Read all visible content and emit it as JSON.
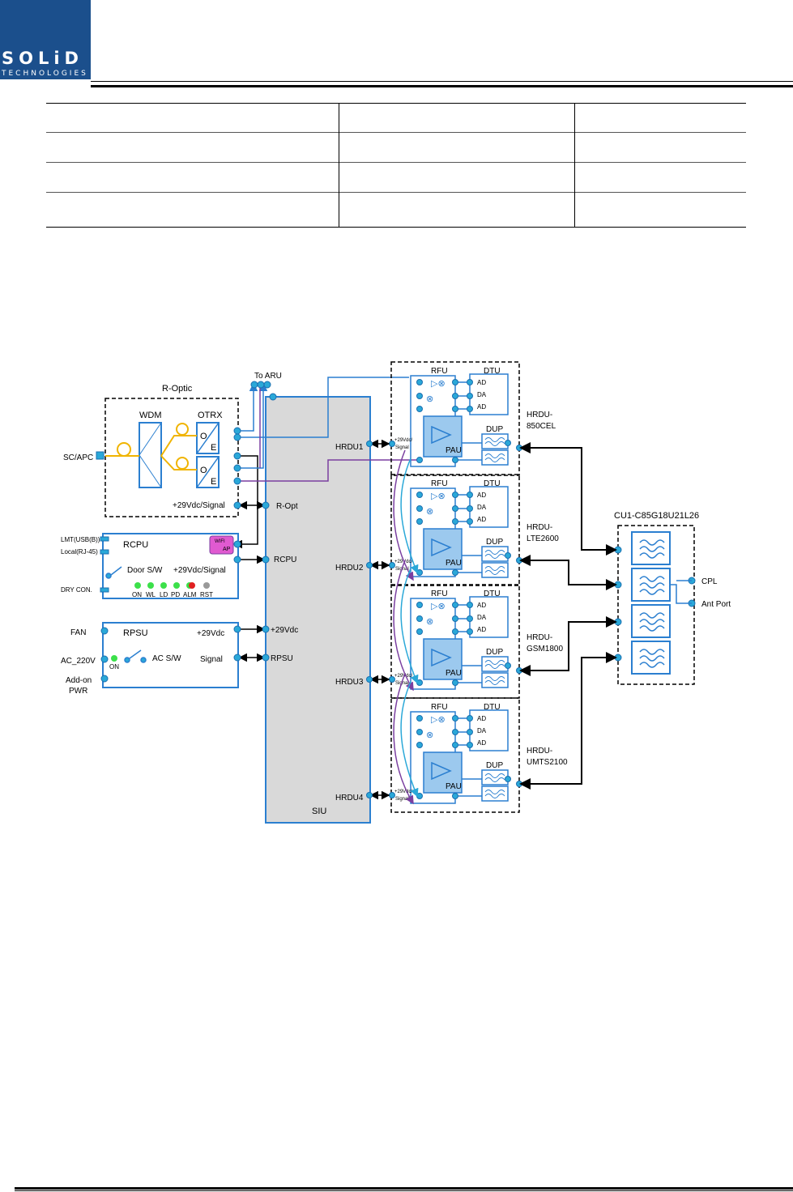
{
  "logo": {
    "name": "SOLiD",
    "subtitle": "TECHNOLOGIES"
  },
  "diagram": {
    "r_optic": {
      "title": "R-Optic",
      "wdm": "WDM",
      "otrx": "OTRX",
      "o": "O",
      "e": "E",
      "port": "SC/APC",
      "signal": "+29Vdc/Signal"
    },
    "to_aru": "To ARU",
    "siu": {
      "title": "SIU",
      "r_opt": "R-Opt",
      "rcpu": "RCPU",
      "vdc": "+29Vdc",
      "rpsu": "RPSU",
      "hrdu_ports": [
        "HRDU1",
        "HRDU2",
        "HRDU3",
        "HRDU4"
      ]
    },
    "rcpu": {
      "title": "RCPU",
      "lmt": "LMT(USB(B))",
      "local": "Local(RJ-45)",
      "dry": "DRY CON.",
      "door": "Door S/W",
      "signal": "+29Vdc/Signal",
      "wifi": "WIFI",
      "ap": "AP",
      "leds": [
        "ON",
        "WL",
        "LD",
        "PD",
        "ALM",
        "RST"
      ]
    },
    "rpsu": {
      "title": "RPSU",
      "fan": "FAN",
      "ac": "AC_220V",
      "addon1": "Add-on",
      "addon2": "PWR",
      "on": "ON",
      "acsw": "AC S/W",
      "vdc": "+29Vdc",
      "signal": "Signal"
    },
    "hrdu_common": {
      "rfu": "RFU",
      "dtu": "DTU",
      "dup": "DUP",
      "pau": "PAU",
      "ad": "AD",
      "da": "DA",
      "sig1": "+29Vdc/",
      "sig2": "Signal"
    },
    "hrdus": [
      {
        "line1": "HRDU-",
        "line2": "850CEL"
      },
      {
        "line1": "HRDU-",
        "line2": "LTE2600"
      },
      {
        "line1": "HRDU-",
        "line2": "GSM1800"
      },
      {
        "line1": "HRDU-",
        "line2": "UMTS2100"
      }
    ],
    "cu": {
      "title": "CU1-C85G18U21L26",
      "cpl": "CPL",
      "ant": "Ant Port"
    }
  }
}
